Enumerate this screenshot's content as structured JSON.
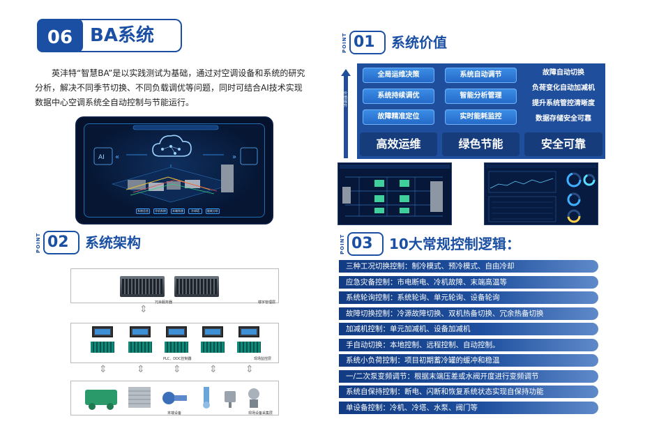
{
  "section06": {
    "number": "06",
    "title": "BA系统"
  },
  "intro": "英沣特“智慧BA”是以实践测试为基础，通过对空调设备和系统的研究分析，解决不同季节切换、不同负载调优等问题，同时可结合AI技术实现数据中心空调系统全自动控制与节能运行。",
  "dashboard": {
    "left_panel_label": "AI",
    "buttons": [
      "系统总览",
      "冷机系统",
      "末端系统",
      "冷却塔",
      "能耗分析"
    ]
  },
  "point_label": "POINT",
  "point02": {
    "number": "02",
    "title": "系统架构"
  },
  "architecture": {
    "server_label": "冗余服务器",
    "mgmt_label": "楼宇管理层",
    "plc_label": "PLC、DDC控制器",
    "monitor_label": "现场监控层",
    "equip_label": "末端设备",
    "field_label": "现场设备采集层"
  },
  "point01": {
    "number": "01",
    "title": "系统价值"
  },
  "values": {
    "axis_label": "价值提升",
    "col1": {
      "items": [
        "全局运维决策",
        "系统持续调优",
        "故障精准定位"
      ],
      "big": "高效运维"
    },
    "col2": {
      "items": [
        "系统自动调节",
        "智能分析管理",
        "实时能耗监控"
      ],
      "big": "绿色节能"
    },
    "col3": {
      "items": [
        "故障自动切换",
        "负荷变化自动加减机",
        "提升系统管控清晰度",
        "数据存储安全可靠"
      ],
      "big": "安全可靠"
    }
  },
  "point03": {
    "number": "03",
    "title": "10大常规控制逻辑："
  },
  "logic": [
    "三种工况切换控制：制冷模式、预冷模式、自由冷却",
    "应急灾备控制：市电断电、冷机故障、末端高温等",
    "系统轮询控制：系统轮询、单元轮询、设备轮询",
    "故障切换控制：冷源故障切换、双机热备切换、冗余热备切换",
    "加减机控制：单元加减机、设备加减机",
    "手自动切换：本地控制、远程控制、自动控制。",
    "系统小负荷控制：项目初期蓄冷罐的缓冲和稳温",
    "一/二次泵变频调节：根据末端压差或水阀开度进行变频调节",
    "系统自保持控制：断电、闪断和恢复系统状态实现自保持功能",
    "单设备控制：冷机、冷塔、水泵、阀门等"
  ],
  "colors": {
    "primary": "#1a4fa3",
    "panel": "#1f4e9c",
    "item": "#2f7ddb",
    "dark_screen": "#06122b"
  }
}
